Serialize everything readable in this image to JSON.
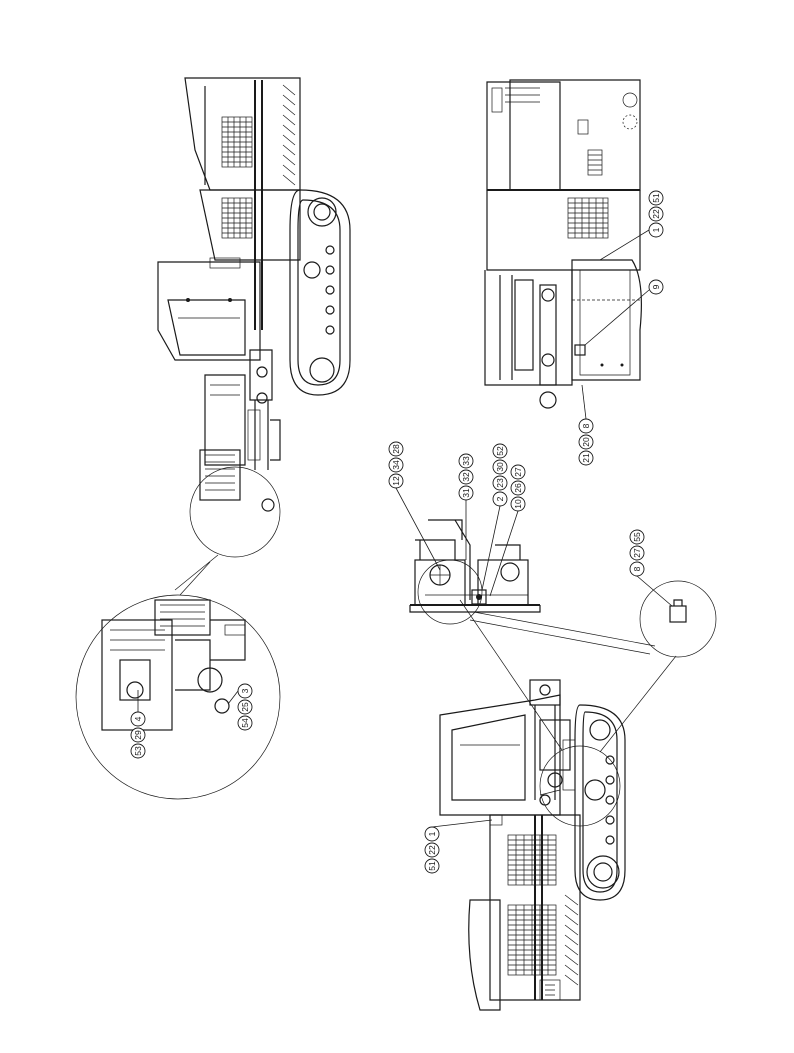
{
  "callouts": {
    "a": [
      "53",
      "29",
      "4"
    ],
    "b": [
      "54",
      "25",
      "3"
    ],
    "c": [
      "1",
      "22",
      "51"
    ],
    "d": [
      "9"
    ],
    "e": [
      "21",
      "20",
      "8"
    ],
    "f": [
      "12",
      "34",
      "28"
    ],
    "g": [
      "31",
      "32",
      "33"
    ],
    "h": [
      "2",
      "23",
      "30",
      "52"
    ],
    "i": [
      "10",
      "26",
      "27"
    ],
    "j": [
      "8",
      "27",
      "55"
    ],
    "k": [
      "51",
      "22",
      "1"
    ]
  }
}
